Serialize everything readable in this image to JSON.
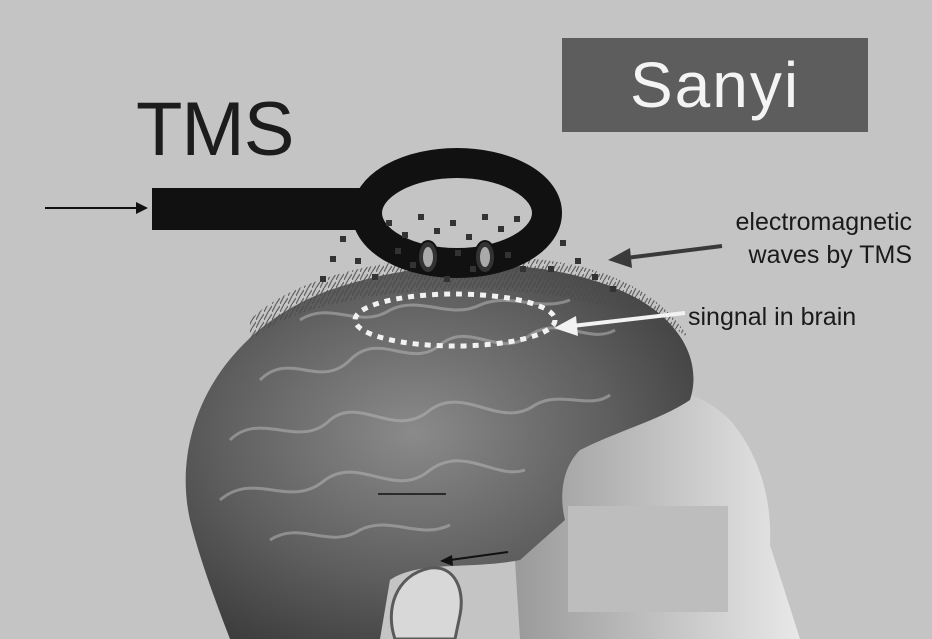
{
  "diagram": {
    "title": "TMS",
    "brand": "Sanyi",
    "labels": {
      "em_line1": "electromagnetic",
      "em_line2": "waves by TMS",
      "signal": "singnal in brain"
    }
  },
  "colors": {
    "background": "#c4c4c4",
    "coil": "#111111",
    "brand_box": "#5d5d5d",
    "brand_text": "#f4f4f4",
    "pointer_dark": "#3a3a3a",
    "pointer_light": "#f2f2f2"
  }
}
